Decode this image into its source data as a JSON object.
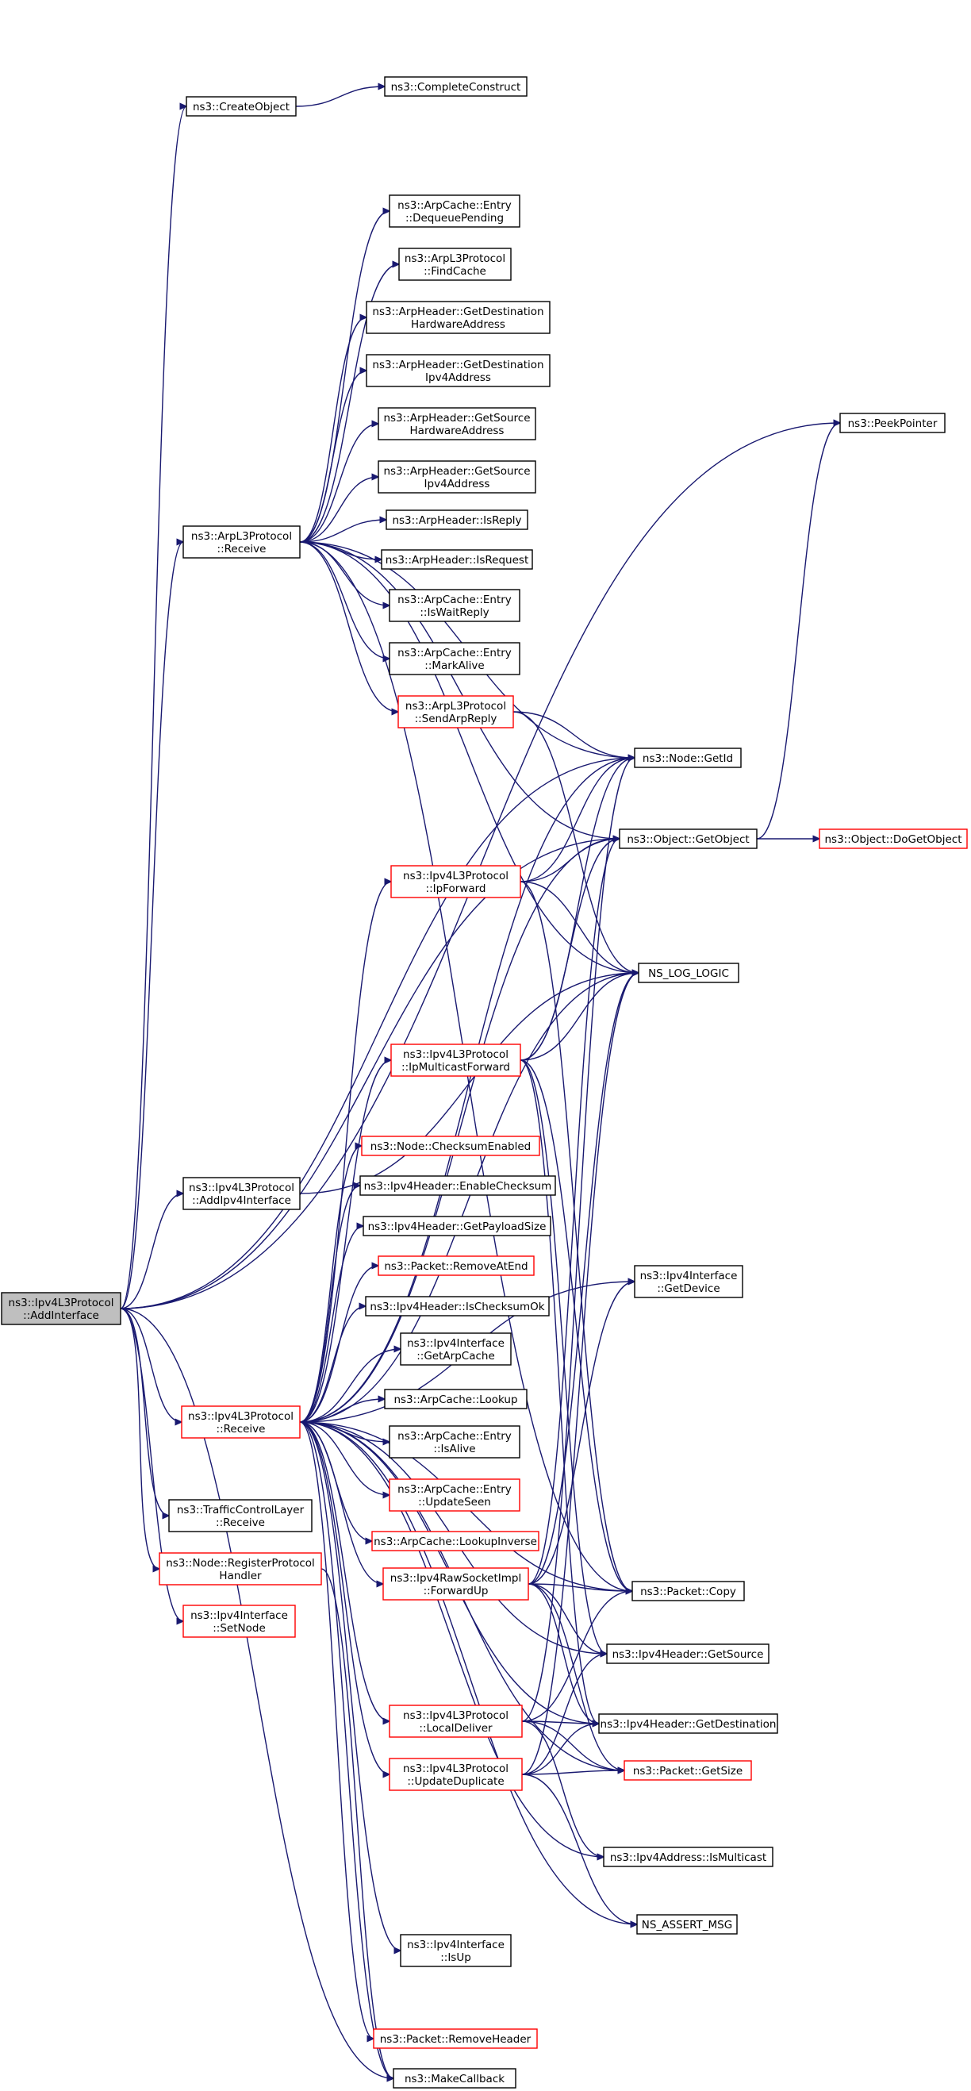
{
  "colors": {
    "edge": "#191970",
    "border_normal": "#000000",
    "border_truncated": "#ff0000",
    "fill_focus": "#bfbfbf",
    "fill_normal": "#ffffff"
  },
  "nodes": [
    {
      "id": "addInterface",
      "lines": [
        "ns3::Ipv4L3Protocol",
        "::AddInterface"
      ],
      "style": "focus"
    },
    {
      "id": "createObject",
      "lines": [
        "ns3::CreateObject"
      ],
      "style": "normal"
    },
    {
      "id": "completeConstruct",
      "lines": [
        "ns3::CompleteConstruct"
      ],
      "style": "normal"
    },
    {
      "id": "dequeuePending",
      "lines": [
        "ns3::ArpCache::Entry",
        "::DequeuePending"
      ],
      "style": "normal"
    },
    {
      "id": "findCache",
      "lines": [
        "ns3::ArpL3Protocol",
        "::FindCache"
      ],
      "style": "normal"
    },
    {
      "id": "getDestHw",
      "lines": [
        "ns3::ArpHeader::GetDestination",
        "HardwareAddress"
      ],
      "style": "normal"
    },
    {
      "id": "getDestIpv4",
      "lines": [
        "ns3::ArpHeader::GetDestination",
        "Ipv4Address"
      ],
      "style": "normal"
    },
    {
      "id": "getSrcHw",
      "lines": [
        "ns3::ArpHeader::GetSource",
        "HardwareAddress"
      ],
      "style": "normal"
    },
    {
      "id": "getSrcIpv4",
      "lines": [
        "ns3::ArpHeader::GetSource",
        "Ipv4Address"
      ],
      "style": "normal"
    },
    {
      "id": "isReply",
      "lines": [
        "ns3::ArpHeader::IsReply"
      ],
      "style": "normal"
    },
    {
      "id": "isRequest",
      "lines": [
        "ns3::ArpHeader::IsRequest"
      ],
      "style": "normal"
    },
    {
      "id": "isWaitReply",
      "lines": [
        "ns3::ArpCache::Entry",
        "::IsWaitReply"
      ],
      "style": "normal"
    },
    {
      "id": "markAlive",
      "lines": [
        "ns3::ArpCache::Entry",
        "::MarkAlive"
      ],
      "style": "normal"
    },
    {
      "id": "sendArpReply",
      "lines": [
        "ns3::ArpL3Protocol",
        "::SendArpReply"
      ],
      "style": "truncated"
    },
    {
      "id": "arpReceive",
      "lines": [
        "ns3::ArpL3Protocol",
        "::Receive"
      ],
      "style": "normal"
    },
    {
      "id": "peekPointer",
      "lines": [
        "ns3::PeekPointer"
      ],
      "style": "normal"
    },
    {
      "id": "nodeGetId",
      "lines": [
        "ns3::Node::GetId"
      ],
      "style": "normal"
    },
    {
      "id": "getObject",
      "lines": [
        "ns3::Object::GetObject"
      ],
      "style": "normal"
    },
    {
      "id": "doGetObject",
      "lines": [
        "ns3::Object::DoGetObject"
      ],
      "style": "truncated"
    },
    {
      "id": "ipForward",
      "lines": [
        "ns3::Ipv4L3Protocol",
        "::IpForward"
      ],
      "style": "truncated"
    },
    {
      "id": "nsLogLogic",
      "lines": [
        "NS_LOG_LOGIC"
      ],
      "style": "normal"
    },
    {
      "id": "ipMulticastForward",
      "lines": [
        "ns3::Ipv4L3Protocol",
        "::IpMulticastForward"
      ],
      "style": "truncated"
    },
    {
      "id": "checksumEnabled",
      "lines": [
        "ns3::Node::ChecksumEnabled"
      ],
      "style": "truncated"
    },
    {
      "id": "enableChecksum",
      "lines": [
        "ns3::Ipv4Header::EnableChecksum"
      ],
      "style": "normal"
    },
    {
      "id": "getPayloadSize",
      "lines": [
        "ns3::Ipv4Header::GetPayloadSize"
      ],
      "style": "normal"
    },
    {
      "id": "removeAtEnd",
      "lines": [
        "ns3::Packet::RemoveAtEnd"
      ],
      "style": "truncated"
    },
    {
      "id": "isChecksumOk",
      "lines": [
        "ns3::Ipv4Header::IsChecksumOk"
      ],
      "style": "normal"
    },
    {
      "id": "getArpCache",
      "lines": [
        "ns3::Ipv4Interface",
        "::GetArpCache"
      ],
      "style": "normal"
    },
    {
      "id": "arpLookup",
      "lines": [
        "ns3::ArpCache::Lookup"
      ],
      "style": "normal"
    },
    {
      "id": "isAlive",
      "lines": [
        "ns3::ArpCache::Entry",
        "::IsAlive"
      ],
      "style": "normal"
    },
    {
      "id": "updateSeen",
      "lines": [
        "ns3::ArpCache::Entry",
        "::UpdateSeen"
      ],
      "style": "truncated"
    },
    {
      "id": "lookupInverse",
      "lines": [
        "ns3::ArpCache::LookupInverse"
      ],
      "style": "truncated"
    },
    {
      "id": "forwardUp",
      "lines": [
        "ns3::Ipv4RawSocketImpl",
        "::ForwardUp"
      ],
      "style": "truncated"
    },
    {
      "id": "addIpv4Interface",
      "lines": [
        "ns3::Ipv4L3Protocol",
        "::AddIpv4Interface"
      ],
      "style": "normal"
    },
    {
      "id": "ipv4Receive",
      "lines": [
        "ns3::Ipv4L3Protocol",
        "::Receive"
      ],
      "style": "truncated"
    },
    {
      "id": "tcReceive",
      "lines": [
        "ns3::TrafficControlLayer",
        "::Receive"
      ],
      "style": "normal"
    },
    {
      "id": "registerProtocolHandler",
      "lines": [
        "ns3::Node::RegisterProtocol",
        "Handler"
      ],
      "style": "truncated"
    },
    {
      "id": "setNode",
      "lines": [
        "ns3::Ipv4Interface",
        "::SetNode"
      ],
      "style": "truncated"
    },
    {
      "id": "getDevice",
      "lines": [
        "ns3::Ipv4Interface",
        "::GetDevice"
      ],
      "style": "normal"
    },
    {
      "id": "packetCopy",
      "lines": [
        "ns3::Packet::Copy"
      ],
      "style": "normal"
    },
    {
      "id": "ipv4GetSource",
      "lines": [
        "ns3::Ipv4Header::GetSource"
      ],
      "style": "normal"
    },
    {
      "id": "ipv4GetDestination",
      "lines": [
        "ns3::Ipv4Header::GetDestination"
      ],
      "style": "normal"
    },
    {
      "id": "packetGetSize",
      "lines": [
        "ns3::Packet::GetSize"
      ],
      "style": "truncated"
    },
    {
      "id": "localDeliver",
      "lines": [
        "ns3::Ipv4L3Protocol",
        "::LocalDeliver"
      ],
      "style": "truncated"
    },
    {
      "id": "updateDuplicate",
      "lines": [
        "ns3::Ipv4L3Protocol",
        "::UpdateDuplicate"
      ],
      "style": "truncated"
    },
    {
      "id": "isMulticast",
      "lines": [
        "ns3::Ipv4Address::IsMulticast"
      ],
      "style": "normal"
    },
    {
      "id": "nsAssertMsg",
      "lines": [
        "NS_ASSERT_MSG"
      ],
      "style": "normal"
    },
    {
      "id": "isUp",
      "lines": [
        "ns3::Ipv4Interface",
        "::IsUp"
      ],
      "style": "normal"
    },
    {
      "id": "removeHeader",
      "lines": [
        "ns3::Packet::RemoveHeader"
      ],
      "style": "truncated"
    },
    {
      "id": "makeCallback",
      "lines": [
        "ns3::MakeCallback"
      ],
      "style": "normal"
    }
  ],
  "edges": [
    [
      "addInterface",
      "createObject"
    ],
    [
      "addInterface",
      "peekPointer"
    ],
    [
      "addInterface",
      "arpReceive"
    ],
    [
      "addInterface",
      "addIpv4Interface"
    ],
    [
      "addInterface",
      "ipv4Receive"
    ],
    [
      "addInterface",
      "tcReceive"
    ],
    [
      "addInterface",
      "registerProtocolHandler"
    ],
    [
      "addInterface",
      "setNode"
    ],
    [
      "addInterface",
      "nodeGetId"
    ],
    [
      "addInterface",
      "getObject"
    ],
    [
      "addInterface",
      "makeCallback"
    ],
    [
      "createObject",
      "completeConstruct"
    ],
    [
      "arpReceive",
      "dequeuePending"
    ],
    [
      "arpReceive",
      "findCache"
    ],
    [
      "arpReceive",
      "getDestHw"
    ],
    [
      "arpReceive",
      "getDestIpv4"
    ],
    [
      "arpReceive",
      "getSrcHw"
    ],
    [
      "arpReceive",
      "getSrcIpv4"
    ],
    [
      "arpReceive",
      "isReply"
    ],
    [
      "arpReceive",
      "isRequest"
    ],
    [
      "arpReceive",
      "isWaitReply"
    ],
    [
      "arpReceive",
      "markAlive"
    ],
    [
      "arpReceive",
      "sendArpReply"
    ],
    [
      "arpReceive",
      "nodeGetId"
    ],
    [
      "arpReceive",
      "getObject"
    ],
    [
      "arpReceive",
      "nsLogLogic"
    ],
    [
      "arpReceive",
      "packetCopy"
    ],
    [
      "sendArpReply",
      "nodeGetId"
    ],
    [
      "sendArpReply",
      "nsLogLogic"
    ],
    [
      "getObject",
      "doGetObject"
    ],
    [
      "getObject",
      "peekPointer"
    ],
    [
      "ipForward",
      "nodeGetId"
    ],
    [
      "ipForward",
      "getObject"
    ],
    [
      "ipForward",
      "nsLogLogic"
    ],
    [
      "ipForward",
      "packetCopy"
    ],
    [
      "ipMulticastForward",
      "nodeGetId"
    ],
    [
      "ipMulticastForward",
      "getObject"
    ],
    [
      "ipMulticastForward",
      "nsLogLogic"
    ],
    [
      "ipMulticastForward",
      "packetCopy"
    ],
    [
      "ipMulticastForward",
      "ipv4GetSource"
    ],
    [
      "ipMulticastForward",
      "ipv4GetDestination"
    ],
    [
      "addIpv4Interface",
      "nsLogLogic"
    ],
    [
      "ipv4Receive",
      "nodeGetId"
    ],
    [
      "ipv4Receive",
      "getObject"
    ],
    [
      "ipv4Receive",
      "ipForward"
    ],
    [
      "ipv4Receive",
      "nsLogLogic"
    ],
    [
      "ipv4Receive",
      "ipMulticastForward"
    ],
    [
      "ipv4Receive",
      "getDevice"
    ],
    [
      "ipv4Receive",
      "checksumEnabled"
    ],
    [
      "ipv4Receive",
      "enableChecksum"
    ],
    [
      "ipv4Receive",
      "getPayloadSize"
    ],
    [
      "ipv4Receive",
      "removeAtEnd"
    ],
    [
      "ipv4Receive",
      "isChecksumOk"
    ],
    [
      "ipv4Receive",
      "getArpCache"
    ],
    [
      "ipv4Receive",
      "arpLookup"
    ],
    [
      "ipv4Receive",
      "isAlive"
    ],
    [
      "ipv4Receive",
      "updateSeen"
    ],
    [
      "ipv4Receive",
      "lookupInverse"
    ],
    [
      "ipv4Receive",
      "forwardUp"
    ],
    [
      "ipv4Receive",
      "packetCopy"
    ],
    [
      "ipv4Receive",
      "ipv4GetSource"
    ],
    [
      "ipv4Receive",
      "ipv4GetDestination"
    ],
    [
      "ipv4Receive",
      "localDeliver"
    ],
    [
      "ipv4Receive",
      "packetGetSize"
    ],
    [
      "ipv4Receive",
      "updateDuplicate"
    ],
    [
      "ipv4Receive",
      "isMulticast"
    ],
    [
      "ipv4Receive",
      "nsAssertMsg"
    ],
    [
      "ipv4Receive",
      "isUp"
    ],
    [
      "ipv4Receive",
      "removeHeader"
    ],
    [
      "ipv4Receive",
      "makeCallback"
    ],
    [
      "registerProtocolHandler",
      "makeCallback"
    ],
    [
      "forwardUp",
      "nsLogLogic"
    ],
    [
      "forwardUp",
      "getObject"
    ],
    [
      "forwardUp",
      "getDevice"
    ],
    [
      "forwardUp",
      "packetCopy"
    ],
    [
      "forwardUp",
      "ipv4GetSource"
    ],
    [
      "forwardUp",
      "ipv4GetDestination"
    ],
    [
      "forwardUp",
      "packetGetSize"
    ],
    [
      "localDeliver",
      "nodeGetId"
    ],
    [
      "localDeliver",
      "packetCopy"
    ],
    [
      "localDeliver",
      "ipv4GetDestination"
    ],
    [
      "localDeliver",
      "packetGetSize"
    ],
    [
      "localDeliver",
      "isMulticast"
    ],
    [
      "updateDuplicate",
      "nsLogLogic"
    ],
    [
      "updateDuplicate",
      "ipv4GetSource"
    ],
    [
      "updateDuplicate",
      "ipv4GetDestination"
    ],
    [
      "updateDuplicate",
      "packetGetSize"
    ],
    [
      "updateDuplicate",
      "nsAssertMsg"
    ]
  ]
}
